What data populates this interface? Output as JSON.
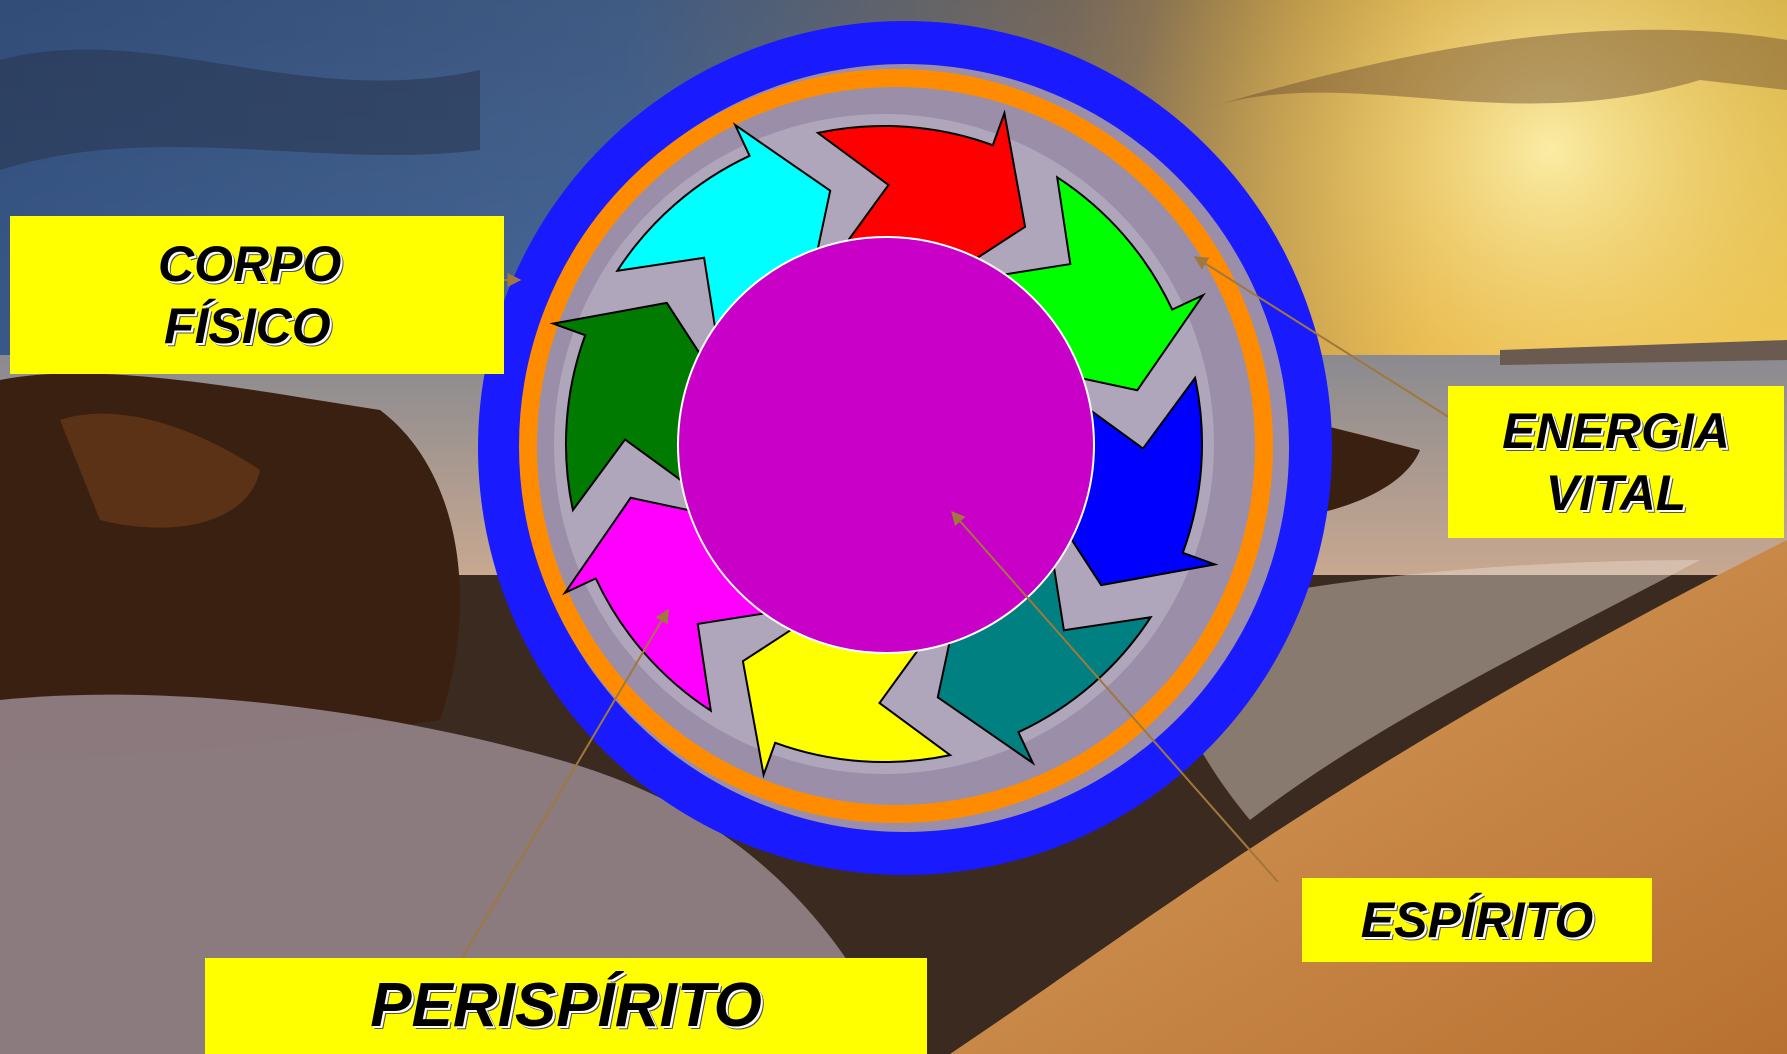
{
  "labels": {
    "corpo_fisico": [
      "CORPO",
      "FÍSICO"
    ],
    "energia_vital": [
      "ENERGIA",
      "VITAL"
    ],
    "espirito": "ESPÍRITO",
    "perispirito": "PERISPÍRITO"
  },
  "colors": {
    "label_background": "#ffff00",
    "outer_ring": "#1a1aff",
    "orange_ring": "#ff8c00",
    "center_circle": "#c800c8",
    "pointer_line": "#a0783c",
    "arrow_segments": [
      "#ff0000",
      "#00ff00",
      "#0000ff",
      "#008080",
      "#ffff00",
      "#ff00ff",
      "#007a00",
      "#00ffff"
    ]
  }
}
